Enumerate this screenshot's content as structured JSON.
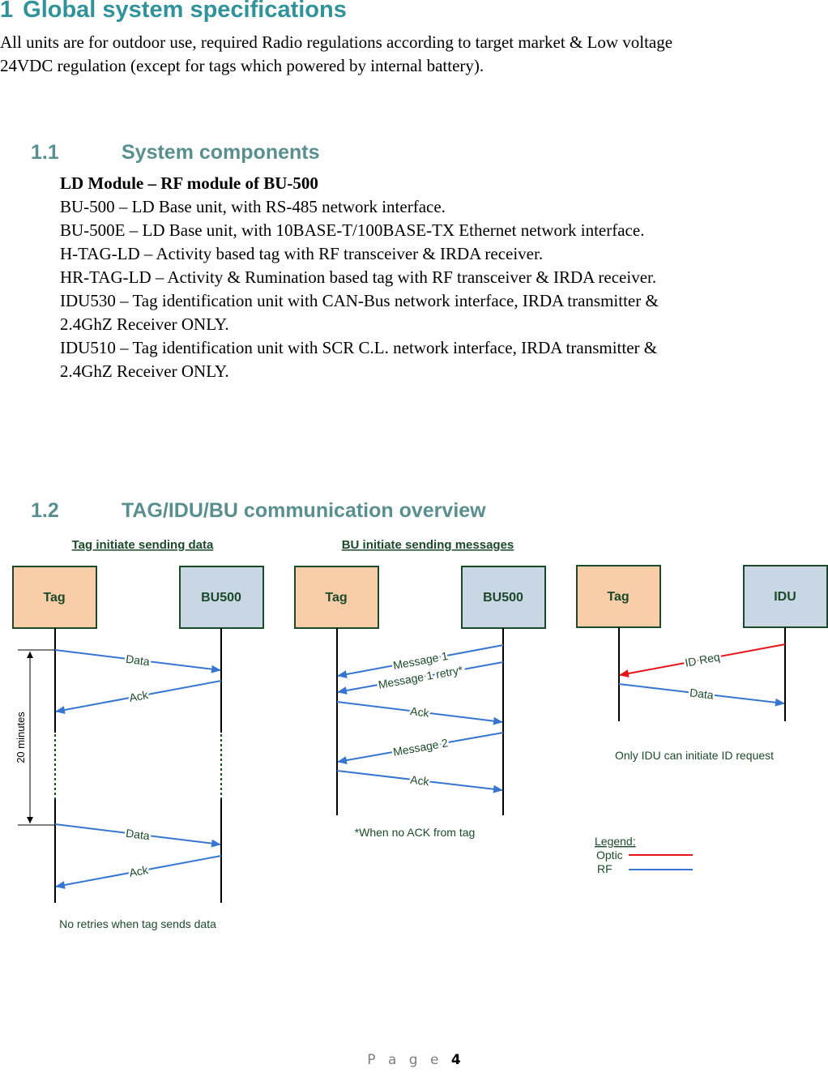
{
  "section1": {
    "number": "1",
    "title": "Global system specifications",
    "paragraph": "All units are for outdoor use, required Radio regulations according to target market & Low voltage 24VDC regulation (except for tags which powered by internal battery)."
  },
  "section1_1": {
    "number": "1.1",
    "title": "System components",
    "lead": "LD Module – RF module of BU-500",
    "items": [
      "BU-500 – LD Base unit, with RS-485 network interface.",
      "BU-500E – LD Base unit, with 10BASE‑T/100BASE-TX Ethernet network interface.",
      "H-TAG-LD – Activity based tag with RF transceiver & IRDA receiver.",
      "HR-TAG-LD – Activity & Rumination based tag with RF transceiver & IRDA receiver.",
      "IDU530 – Tag identification unit with CAN-Bus network interface, IRDA transmitter & 2.4GhZ Receiver ONLY.",
      "IDU510 – Tag identification unit with SCR C.L. network interface, IRDA transmitter & 2.4GhZ Receiver ONLY."
    ]
  },
  "section1_2": {
    "number": "1.2",
    "title": "TAG/IDU/BU communication overview"
  },
  "diagram": {
    "colors": {
      "tag_fill": "#f9cda8",
      "unit_fill": "#c9d6e4",
      "box_border": "#1b4a2b",
      "rf": "#3776d0",
      "optic": "#e8141b",
      "text": "#1b4a2b"
    },
    "panel1": {
      "heading": "Tag initiate sending data",
      "left_box": "Tag",
      "right_box": "BU500",
      "interval_label": "20 minutes",
      "messages": [
        {
          "label": "Data",
          "dir": "right",
          "type": "rf"
        },
        {
          "label": "Ack",
          "dir": "left",
          "type": "rf"
        },
        {
          "label": "Data",
          "dir": "right",
          "type": "rf"
        },
        {
          "label": "Ack",
          "dir": "left",
          "type": "rf"
        }
      ],
      "note": "No retries when tag sends data"
    },
    "panel2": {
      "heading": "BU initiate sending messages",
      "left_box": "Tag",
      "right_box": "BU500",
      "messages": [
        {
          "label": "Message 1",
          "dir": "left",
          "type": "rf"
        },
        {
          "label": "Message 1 retry*",
          "dir": "left",
          "type": "rf"
        },
        {
          "label": "Ack",
          "dir": "right",
          "type": "rf"
        },
        {
          "label": "Message 2",
          "dir": "left",
          "type": "rf"
        },
        {
          "label": "Ack",
          "dir": "right",
          "type": "rf"
        }
      ],
      "note": "*When no ACK from tag"
    },
    "panel3": {
      "left_box": "Tag",
      "right_box": "IDU",
      "messages": [
        {
          "label": "ID Req",
          "dir": "left",
          "type": "optic"
        },
        {
          "label": "Data",
          "dir": "right",
          "type": "rf"
        }
      ],
      "note": "Only IDU can initiate ID request"
    },
    "legend": {
      "title": "Legend:",
      "items": [
        {
          "label": "Optic",
          "type": "optic"
        },
        {
          "label": "RF",
          "type": "rf"
        }
      ]
    }
  },
  "footer": {
    "page_word": "Page",
    "page_number": "4"
  }
}
